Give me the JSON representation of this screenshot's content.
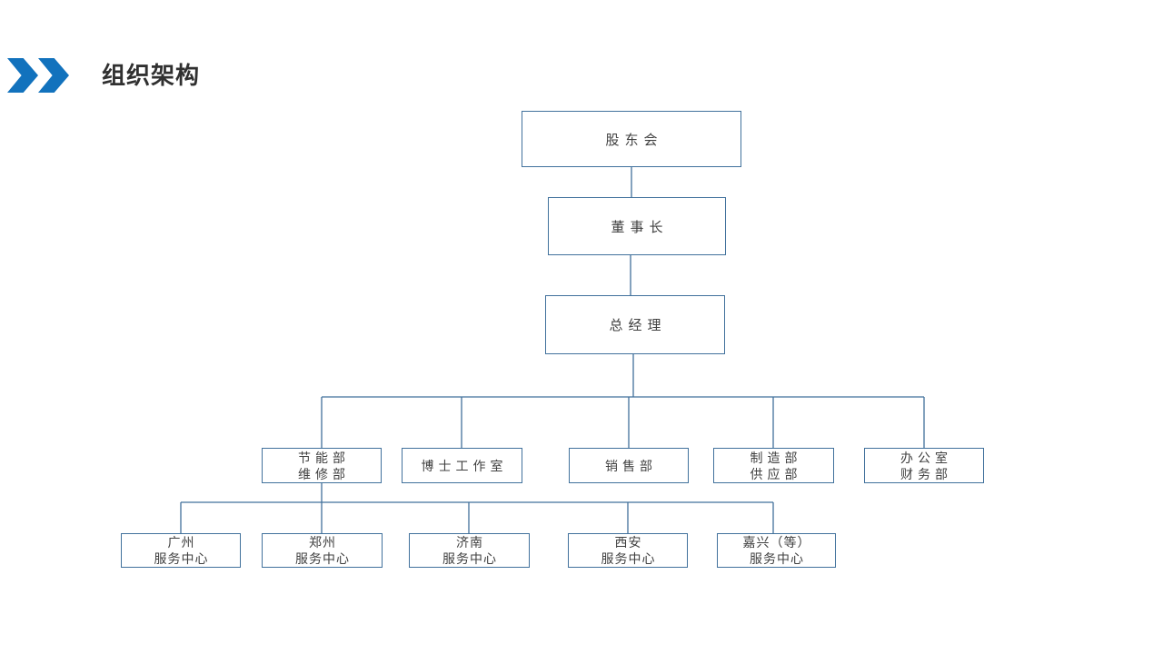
{
  "page": {
    "title": "组织架构"
  },
  "colors": {
    "accent_chevron_blue": "#1272BD",
    "box_border_blue": "#41719C",
    "connector_blue": "#41719C",
    "title_text": "#303030",
    "node_text": "#404040",
    "background": "#FFFFFF"
  },
  "org": {
    "root": {
      "label": "股东会"
    },
    "chairman": {
      "label": "董事长"
    },
    "general_manager": {
      "label": "总经理"
    },
    "departments": {
      "energy": {
        "line1": "节能部",
        "line2": "维修部"
      },
      "phd_studio": {
        "label": "博士工作室"
      },
      "sales": {
        "label": "销售部"
      },
      "manufacturing": {
        "line1": "制造部",
        "line2": "供应部"
      },
      "office": {
        "line1": "办公室",
        "line2": "财务部"
      }
    },
    "service_centers": {
      "guangzhou": {
        "line1": "广州",
        "line2": "服务中心"
      },
      "zhengzhou": {
        "line1": "郑州",
        "line2": "服务中心"
      },
      "jinan": {
        "line1": "济南",
        "line2": "服务中心"
      },
      "xian": {
        "line1": "西安",
        "line2": "服务中心"
      },
      "jiaxing": {
        "line1": "嘉兴（等）",
        "line2": "服务中心"
      }
    }
  }
}
